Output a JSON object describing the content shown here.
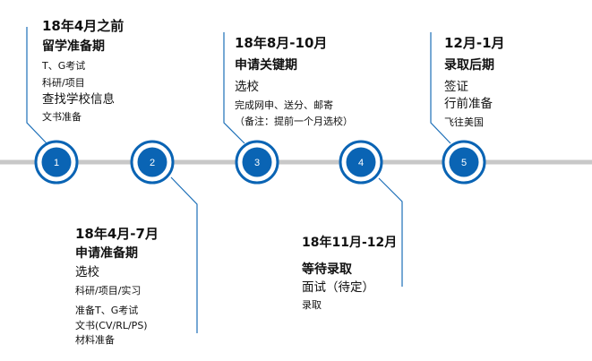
{
  "stages": [
    {
      "number": "1",
      "date": "18年4月之前",
      "title": "留学准备期",
      "items": [
        "T、G考试",
        "科研/项目",
        "查找学校信息",
        "文书准备"
      ]
    },
    {
      "number": "2",
      "date": "18年4月-7月",
      "title": "申请准备期",
      "items": [
        "选校",
        "科研/项目/实习",
        "准备T、G考试",
        "文书(CV/RL/PS)",
        "材料准备"
      ]
    },
    {
      "number": "3",
      "date": "18年8月-10月",
      "title": "申请关键期",
      "items": [
        "选校",
        "完成网申、送分、邮寄",
        "（备注：提前一个月选校）"
      ]
    },
    {
      "number": "4",
      "date": "18年11月-12月",
      "title": "等待录取",
      "items": [
        "面试（待定）",
        "录取"
      ]
    },
    {
      "number": "5",
      "date": "12月-1月",
      "title": "录取后期",
      "items": [
        "签证",
        "行前准备",
        "飞往美国"
      ]
    }
  ],
  "colors": {
    "node_fill": "#0a64b4",
    "node_ring": "#0a64b4",
    "timeline": "#c8c8c8",
    "leader": "#1c6fb8"
  }
}
